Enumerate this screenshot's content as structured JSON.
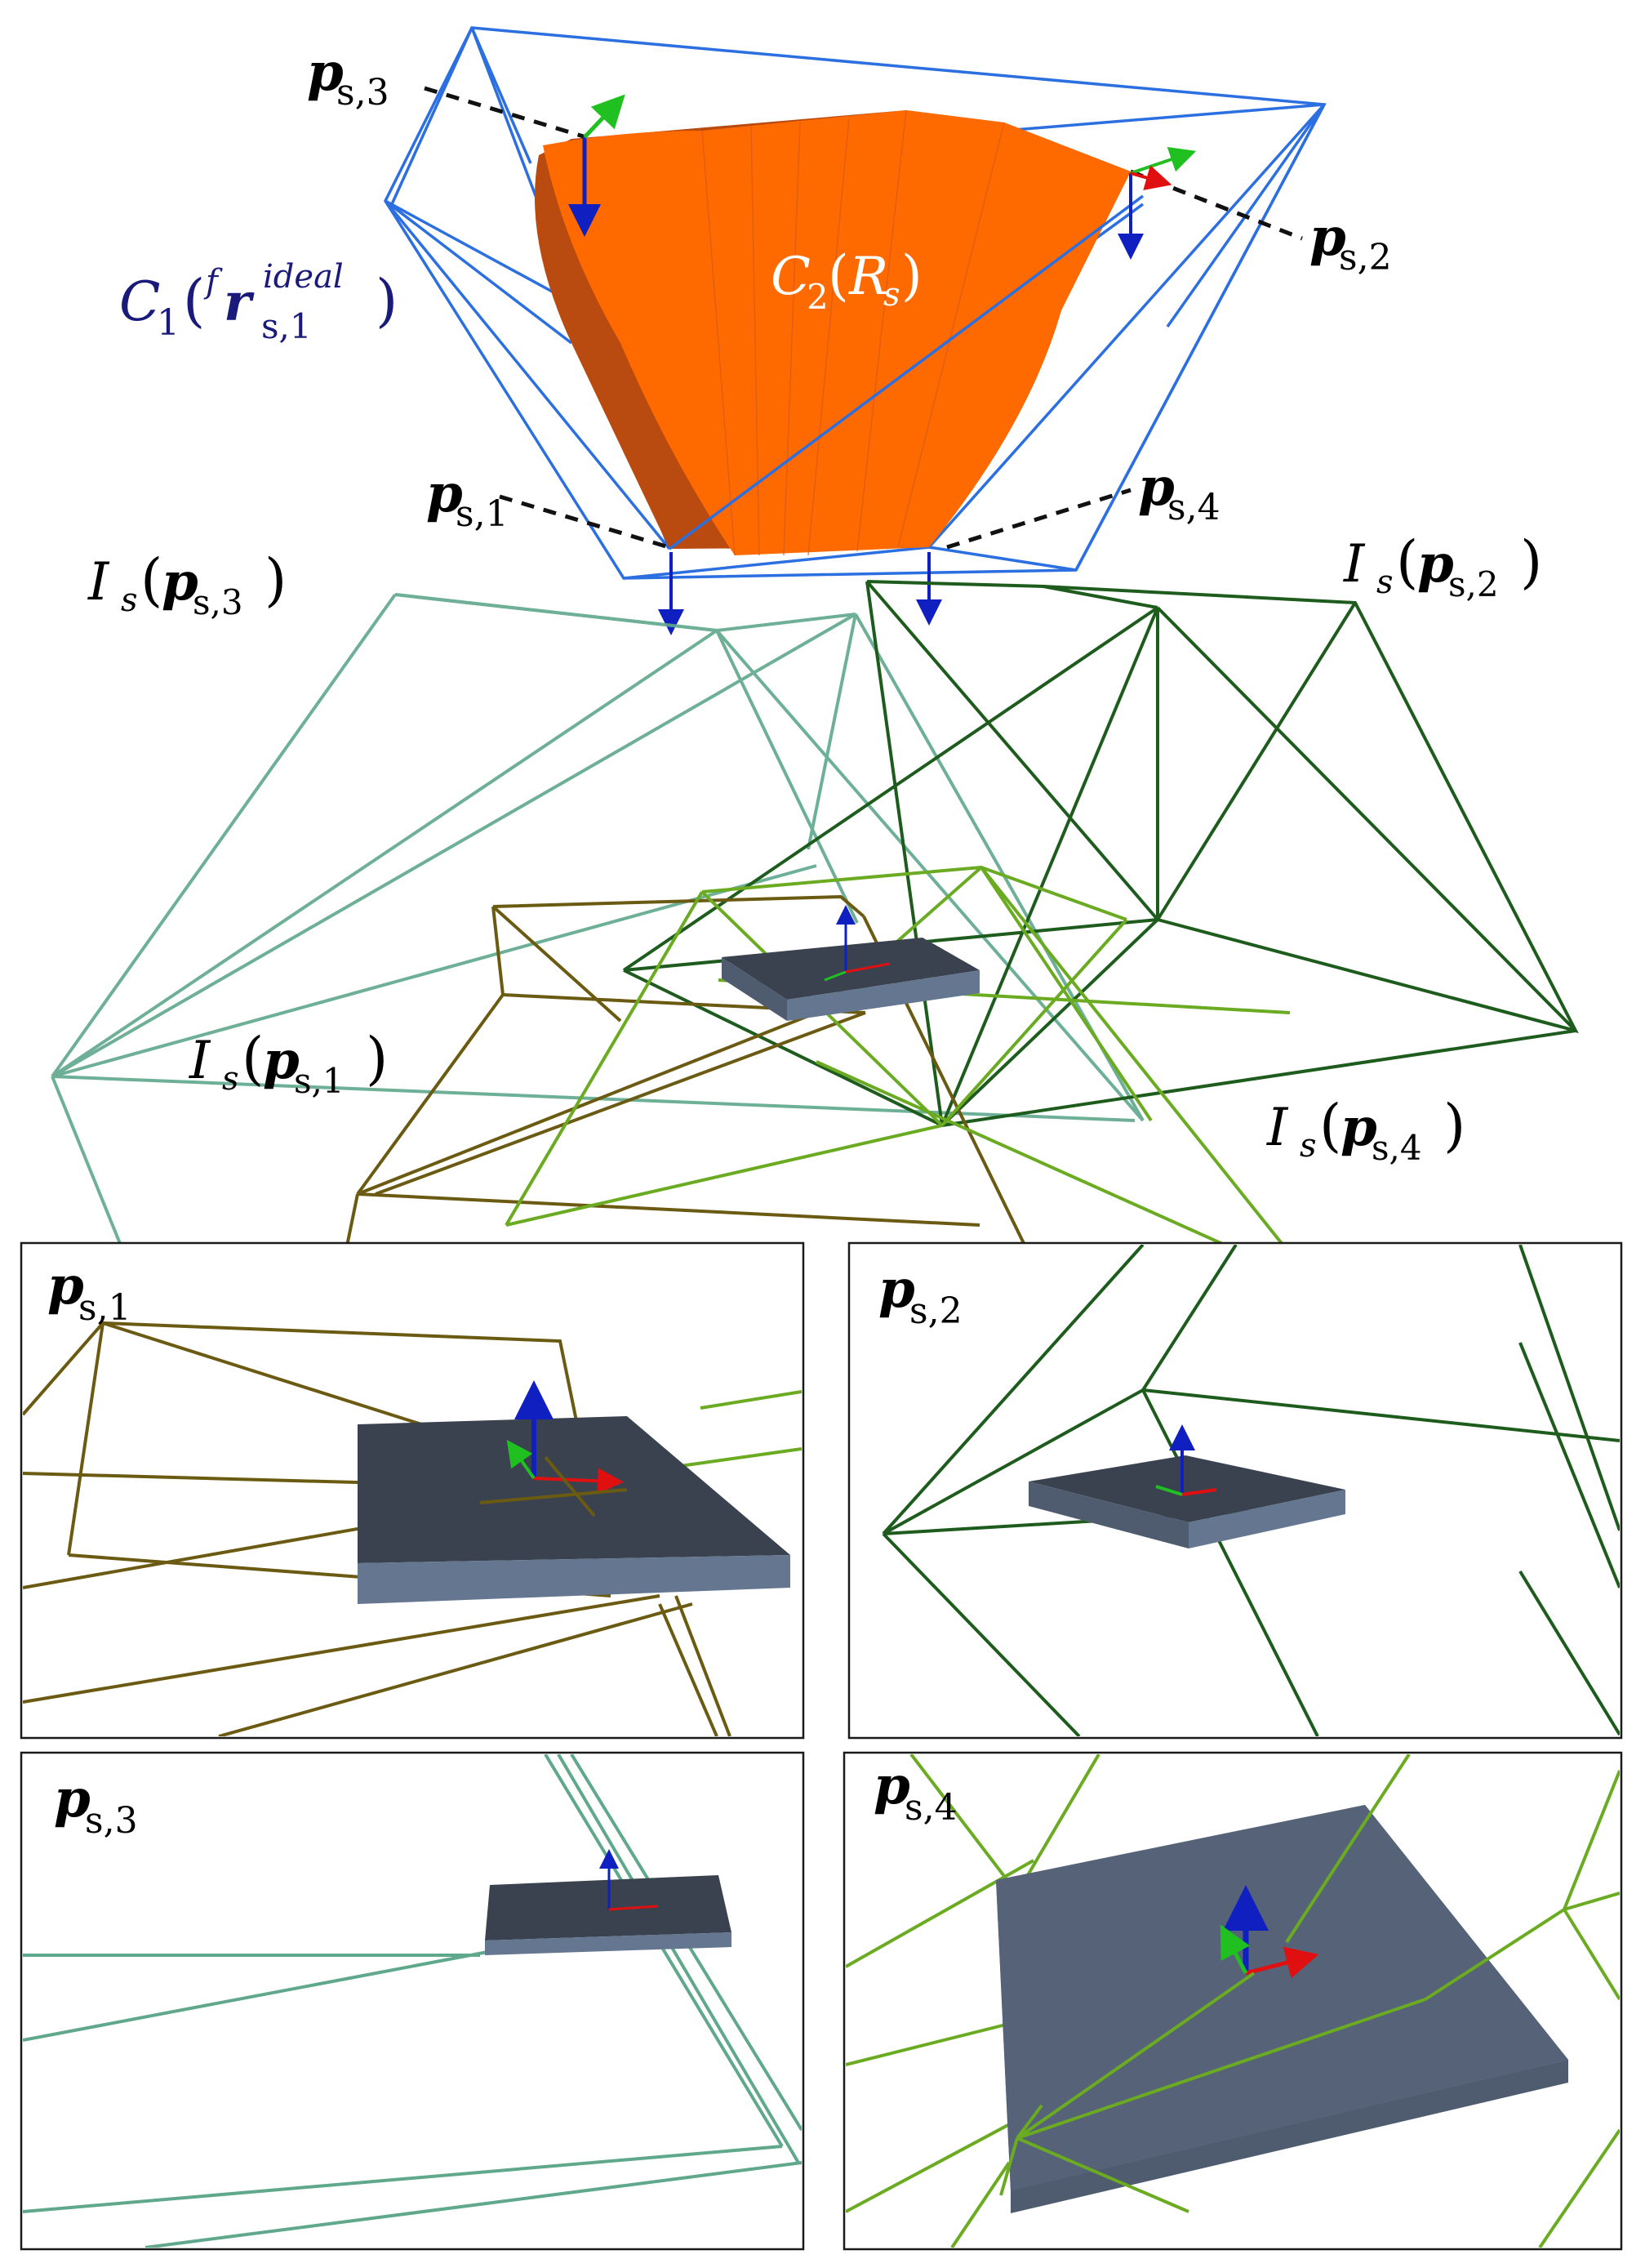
{
  "labels": {
    "p1": {
      "base": "p",
      "sub": "s,1"
    },
    "p2": {
      "base": "p",
      "sub": "s,2"
    },
    "p3": {
      "base": "p",
      "sub": "s,3"
    },
    "p4": {
      "base": "p",
      "sub": "s,4"
    },
    "c1": {
      "name": "C",
      "idx": "1",
      "pre": "f",
      "vec": "r",
      "sup": "ideal",
      "sub": "s,1"
    },
    "c2": {
      "name": "C",
      "idx": "2",
      "arg": "R",
      "argsub": "s"
    },
    "i1": {
      "name": "I",
      "sub": "s",
      "vec": "p",
      "vsub": "s,1"
    },
    "i2": {
      "name": "I",
      "sub": "s",
      "vec": "p",
      "vsub": "s,2"
    },
    "i3": {
      "name": "I",
      "sub": "s",
      "vec": "p",
      "vsub": "s,3"
    },
    "i4": {
      "name": "I",
      "sub": "s",
      "vec": "p",
      "vsub": "s,4"
    }
  },
  "panels": [
    {
      "id": "panel-p1",
      "label_base": "p",
      "label_sub": "s,1"
    },
    {
      "id": "panel-p2",
      "label_base": "p",
      "label_sub": "s,2"
    },
    {
      "id": "panel-p3",
      "label_base": "p",
      "label_sub": "s,3"
    },
    {
      "id": "panel-p4",
      "label_base": "p",
      "label_sub": "s,4"
    }
  ],
  "colors": {
    "cone_blue": "#2b6fe0",
    "orange": "#ff6a00",
    "orange_dark": "#b94a10",
    "i1_olive": "#6b5a12",
    "i2_darkgreen": "#1e5c1e",
    "i3_teal": "#5fa88c",
    "i4_lightgreen": "#6aab22",
    "plate_top": "#3a4250",
    "plate_side": "#647690",
    "label_navy": "#1a1a7a",
    "axis_red": "#e01010",
    "axis_green": "#20c020",
    "axis_blue": "#1020c0"
  }
}
